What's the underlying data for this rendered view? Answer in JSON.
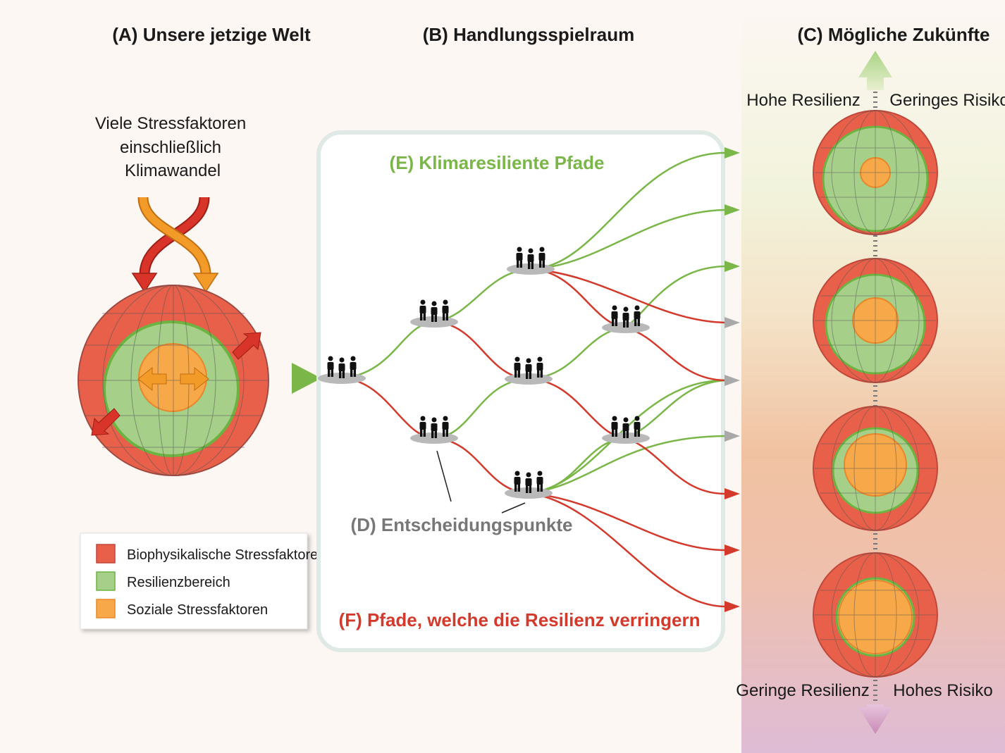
{
  "titles": {
    "a": "(A) Unsere jetzige Welt",
    "b": "(B) Handlungsspielraum",
    "c": "(C) Mögliche Zukünfte"
  },
  "stressors": {
    "line1": "Viele Stressfaktoren",
    "line2": "einschließlich",
    "line3": "Klimawandel"
  },
  "pathways": {
    "e": "(E) Klimaresiliente Pfade",
    "f": "(F) Pfade, welche die Resilienz verringern",
    "d": "(D) Entscheidungspunkte"
  },
  "futures": {
    "high_resilience": "Hohe Resilienz",
    "low_risk": "Geringes Risiko",
    "low_resilience": "Geringe Resilienz",
    "high_risk": "Hohes Risiko"
  },
  "legend": [
    {
      "label": "Biophysikalische Stressfaktoren",
      "color": "#e8604a"
    },
    {
      "label": "Resilienzbereich",
      "color": "#a6d08a"
    },
    {
      "label": "Soziale Stressfaktoren",
      "color": "#f7a94a"
    }
  ],
  "colors": {
    "green_path": "#7ab648",
    "red_path": "#d33a2c",
    "gray_path": "#a9a9a9",
    "orange_arrow": "#f29b28",
    "red_arrow": "#d8342a"
  }
}
